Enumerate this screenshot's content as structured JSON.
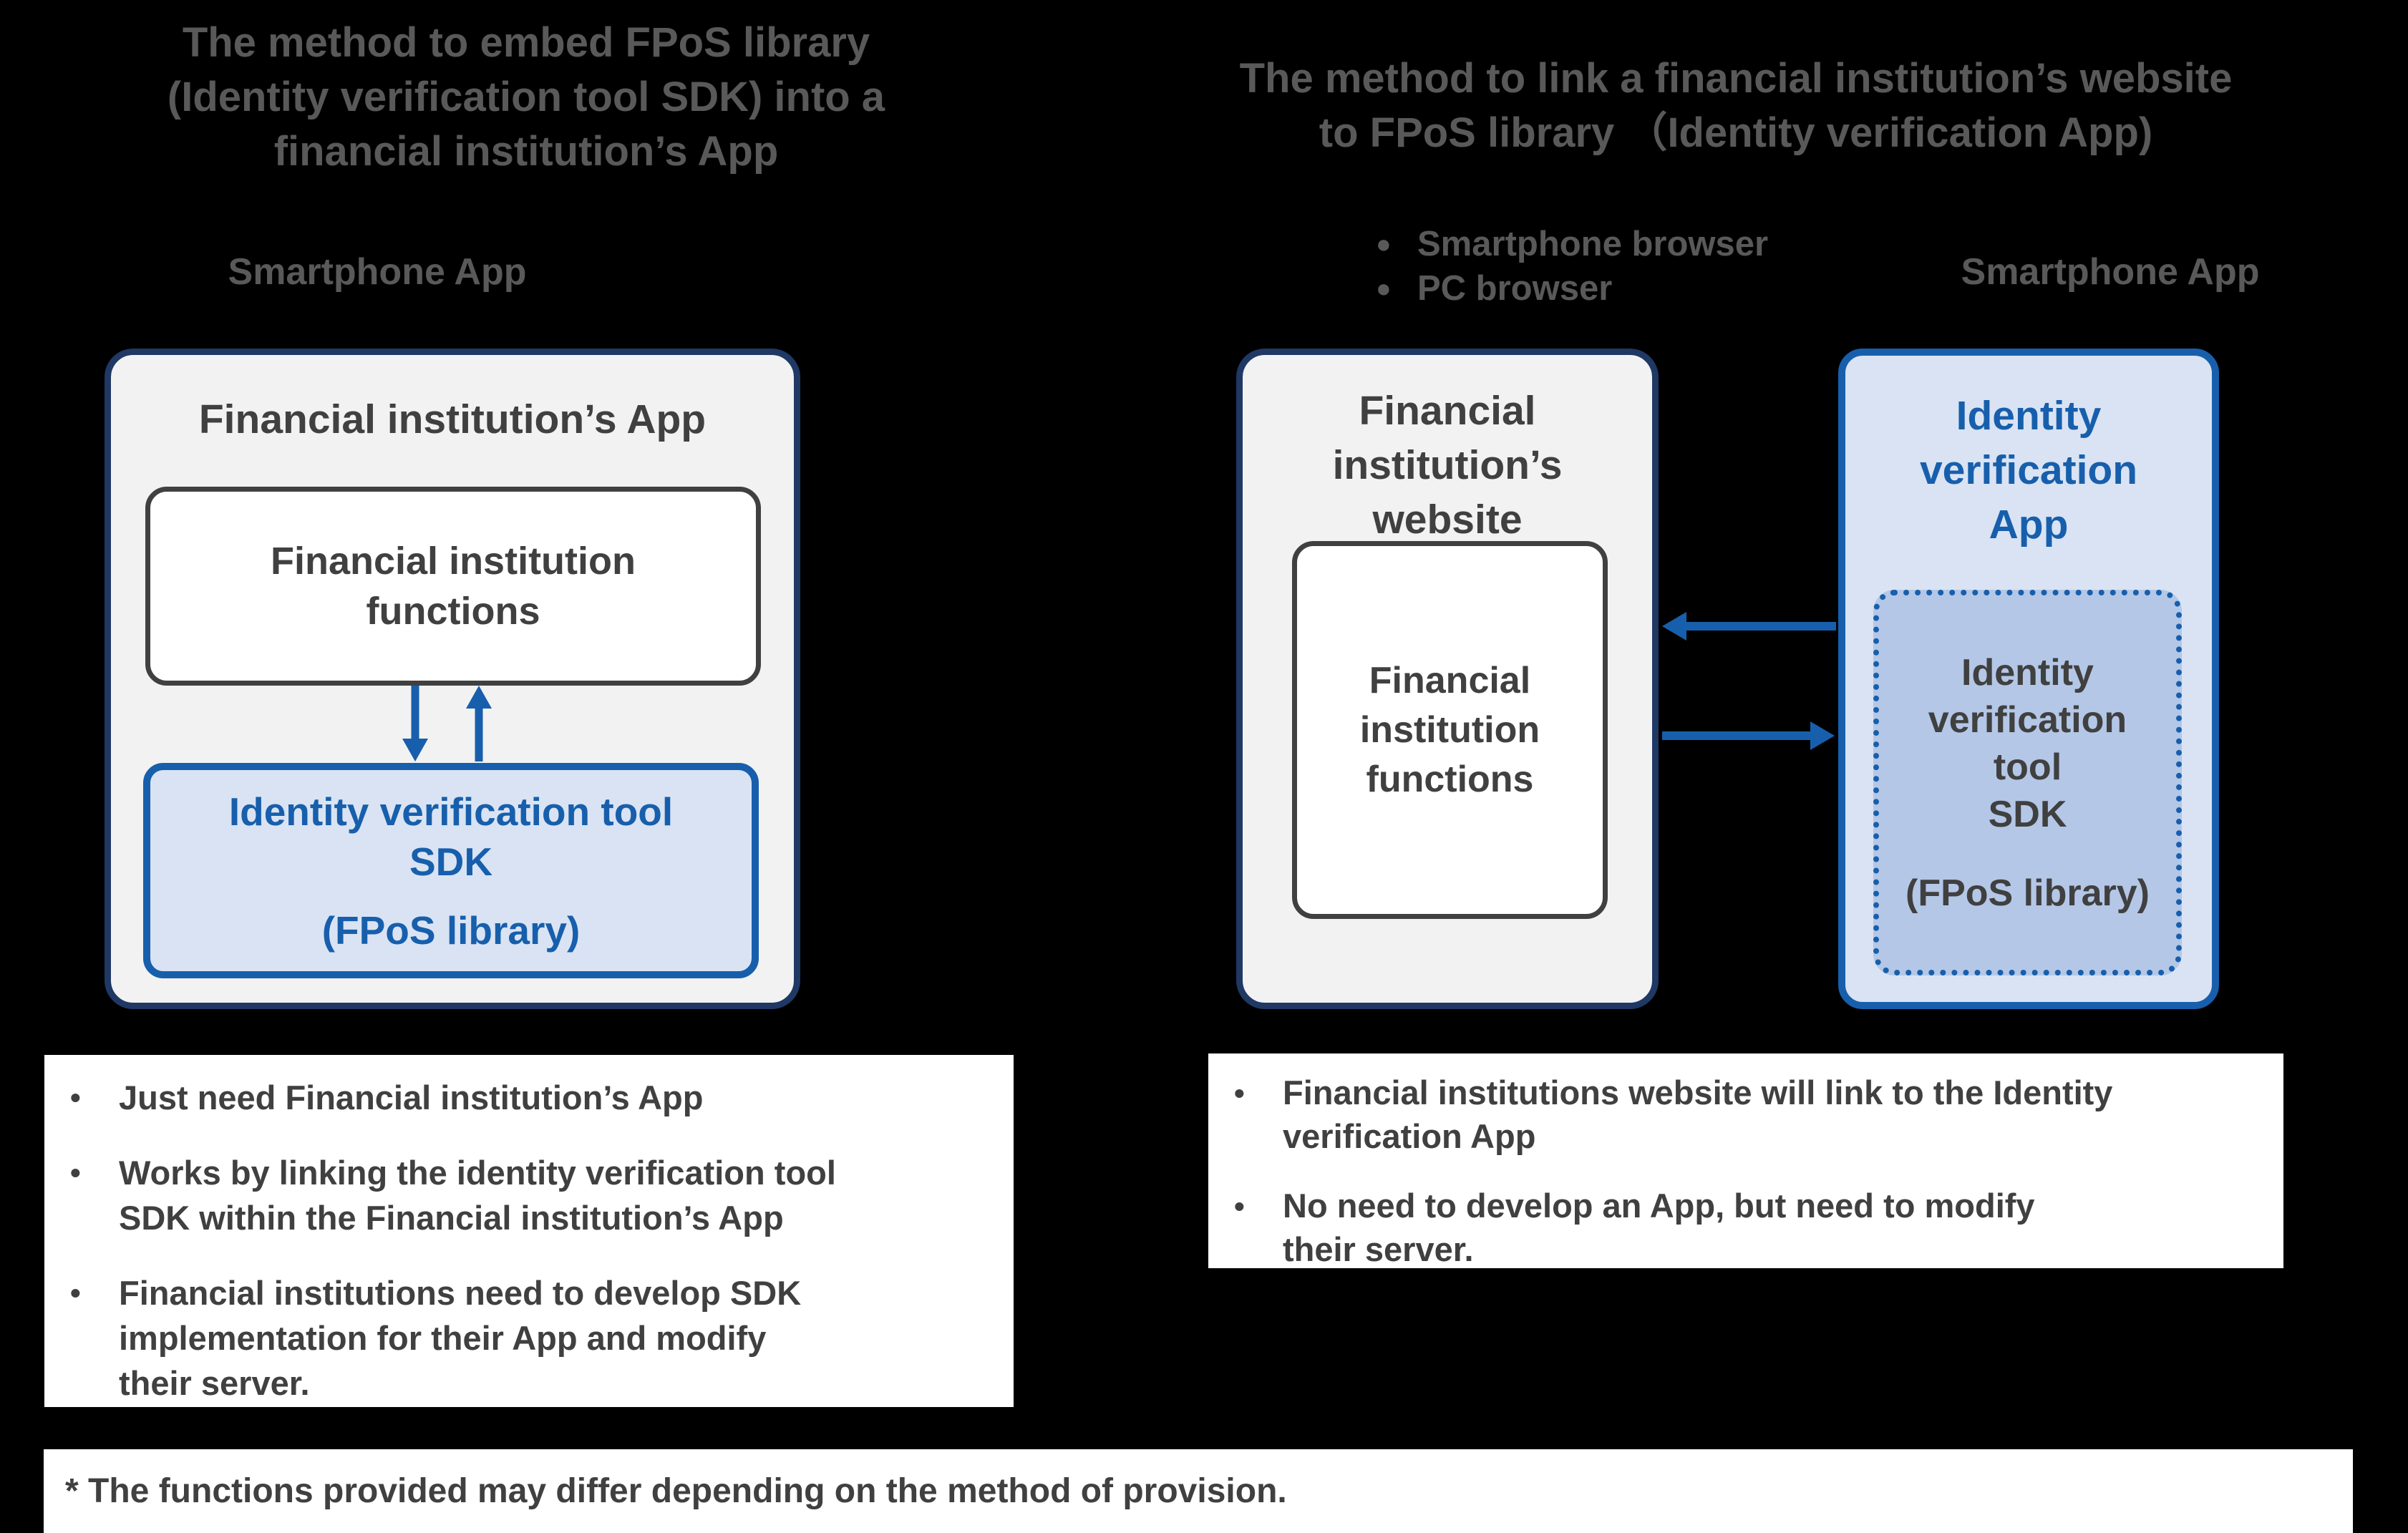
{
  "glyphs": {
    "bullet": "•",
    "dot": "●"
  },
  "colors": {
    "background": "#000000",
    "heading_gray": "#595959",
    "body_gray": "#404040",
    "navy_border": "#1f3864",
    "accent_blue": "#175fac",
    "light_gray_fill": "#f2f2f2",
    "light_blue_fill": "#dae3f3",
    "medium_blue_fill": "#b4c7e7",
    "white": "#ffffff"
  },
  "left": {
    "title": "The method to embed FPoS library\n(Identity verification tool SDK) into a\nfinancial institution’s App",
    "device_label": "Smartphone App",
    "app_box_title": "Financial institution’s App",
    "functions_label": "Financial institution\nfunctions",
    "sdk_label": "Identity verification tool\nSDK",
    "sdk_sublabel": "(FPoS library)",
    "notes": [
      "Just need Financial institution’s App",
      "Works by linking the identity verification tool\nSDK within the Financial institution’s App",
      "Financial institutions need to develop SDK\nimplementation for their App and modify\ntheir server."
    ]
  },
  "right": {
    "title": "The method to link a financial institution’s website\nto FPoS library （Identity verification App)",
    "browsers": [
      "Smartphone browser",
      "PC browser"
    ],
    "device_label": "Smartphone App",
    "website_box_title": "Financial\ninstitution’s\nwebsite",
    "functions_label": "Financial\ninstitution\nfunctions",
    "app_box_title": "Identity\nverification\nApp",
    "sdk_label": "Identity\nverification\ntool\nSDK",
    "sdk_sublabel": "(FPoS library)",
    "notes": [
      "Financial institutions website will link to the Identity\nverification App",
      "No need to develop an App, but need to modify\ntheir server."
    ]
  },
  "footer": {
    "note": "* The functions provided may differ depending on the method of provision."
  }
}
